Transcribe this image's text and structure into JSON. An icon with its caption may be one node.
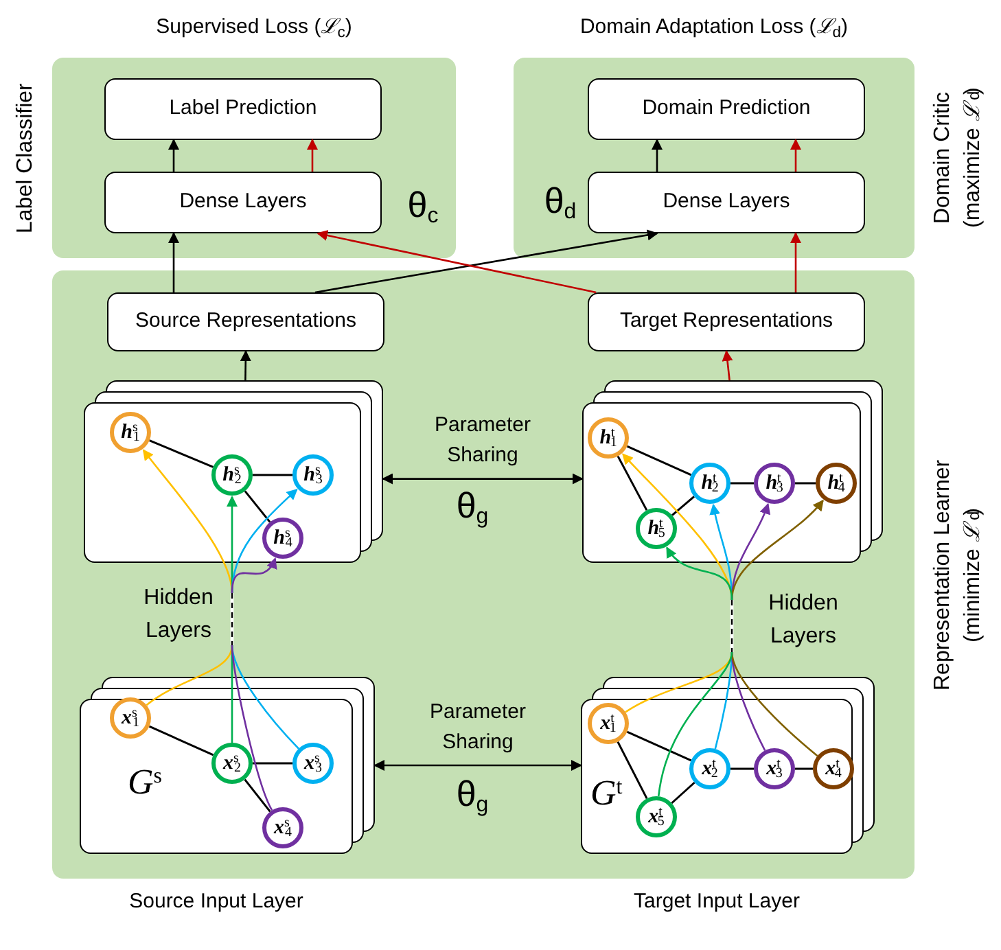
{
  "diagram": {
    "nodes": [
      {
        "text": [
          "Label Classifier"
        ],
        "beside": [
          "Supervised Loss (*ℒ*$_{c}$)"
        ]
      },
      {
        "text": [
          "Label Prediction"
        ],
        "in": 0
      },
      {
        "text": [
          "Dense Layers"
        ],
        "in": 0
      },
      {
        "text": [
          "Domain Critic (maximize *ℒ*$_{d}$)"
        ],
        "beside": [
          "Domain Adaptation Loss (*ℒ*$_{d}$)"
        ]
      },
      {
        "text": [
          "Domain Prediction"
        ],
        "in": 3
      },
      {
        "text": [
          "Dense Layers"
        ],
        "in": 3
      },
      {
        "text": [
          "Representation Learner (minimize *ℒ*$_{d}$)"
        ]
      },
      {
        "text": [
          "Source Representations"
        ],
        "in": 6
      },
      {
        "text": [
          "Target Representations"
        ],
        "in": 6
      },
      {
        "text": [],
        "shape": "box",
        "in": 6
      },
      {
        "text": [
          "**h**$^{s}$$_{1}$"
        ],
        "in": 9
      },
      {
        "text": [
          "**h**$^{s}$$_{2}$"
        ],
        "in": 9
      },
      {
        "text": [
          "**h**$^{s}$$_{3}$"
        ],
        "in": 9
      },
      {
        "text": [
          "**h**$^{s}$$_{4}$"
        ],
        "in": 9
      },
      {
        "text": [],
        "shape": "box",
        "in": 6
      },
      {
        "text": [
          "**h**$^{t}$$_{1}$"
        ],
        "in": 14
      },
      {
        "text": [
          "**h**$^{t}$$_{2}$"
        ],
        "in": 14
      },
      {
        "text": [
          "**h**$^{t}$$_{3}$"
        ],
        "in": 14
      },
      {
        "text": [
          "**h**$^{t}$$_{4}$"
        ],
        "in": 14
      },
      {
        "text": [
          "**h**$^{t}$$_{5}$"
        ],
        "in": 14
      },
      {
        "text": [
          "*G*$^{s}$"
        ],
        "in": 6,
        "beside": [
          "Source Input Layer"
        ]
      },
      {
        "text": [
          "**x**$^{s}$$_{1}$"
        ],
        "in": 20
      },
      {
        "text": [
          "**x**$^{s}$$_{2}$"
        ],
        "in": 20
      },
      {
        "text": [
          "**x**$^{s}$$_{3}$"
        ],
        "in": 20
      },
      {
        "text": [
          "**x**$^{s}$$_{4}$"
        ],
        "in": 20
      },
      {
        "text": [
          "*G*$^{t}$"
        ],
        "in": 6,
        "beside": [
          "Target Input Layer"
        ]
      },
      {
        "text": [
          "**x**$^{t}$$_{1}$"
        ],
        "in": 25
      },
      {
        "text": [
          "**x**$^{t}$$_{2}$"
        ],
        "in": 25
      },
      {
        "text": [
          "**x**$^{t}$$_{3}$"
        ],
        "in": 25
      },
      {
        "text": [
          "**x**$^{t}$$_{4}$"
        ],
        "in": 25
      },
      {
        "text": [
          "**x**$^{t}$$_{5}$"
        ],
        "in": 25
      }
    ],
    "edges": [
      {
        "from": 2,
        "to": 1,
        "arrow": "to"
      },
      {
        "from": 2,
        "to": 1,
        "arrow": "to",
        "color": "#c00000"
      },
      {
        "from": 5,
        "to": 4,
        "arrow": "to"
      },
      {
        "from": 5,
        "to": 4,
        "arrow": "to",
        "color": "#c00000"
      },
      {
        "from": 7,
        "to": 2,
        "arrow": "to"
      },
      {
        "from": 7,
        "to": 5,
        "arrow": "to"
      },
      {
        "from": 8,
        "to": 2,
        "arrow": "to",
        "color": "#c00000"
      },
      {
        "from": 8,
        "to": 5,
        "arrow": "to",
        "color": "#c00000"
      },
      {
        "from": 9,
        "to": 7,
        "arrow": "to"
      },
      {
        "from": 14,
        "to": 8,
        "arrow": "to",
        "color": "#c00000"
      },
      {
        "from": 9,
        "to": 14,
        "arrow": "both",
        "label": "Parameter Sharing"
      },
      {
        "from": 20,
        "to": 25,
        "arrow": "both",
        "label": "Parameter Sharing"
      },
      {
        "from": 10,
        "to": 11,
        "arrow": "none"
      },
      {
        "from": 11,
        "to": 12,
        "arrow": "none"
      },
      {
        "from": 11,
        "to": 13,
        "arrow": "none"
      },
      {
        "from": 15,
        "to": 16,
        "arrow": "none"
      },
      {
        "from": 15,
        "to": 19,
        "arrow": "none"
      },
      {
        "from": 16,
        "to": 19,
        "arrow": "none"
      },
      {
        "from": 16,
        "to": 17,
        "arrow": "none"
      },
      {
        "from": 17,
        "to": 18,
        "arrow": "none"
      },
      {
        "from": 21,
        "to": 22,
        "arrow": "none"
      },
      {
        "from": 22,
        "to": 23,
        "arrow": "none"
      },
      {
        "from": 22,
        "to": 24,
        "arrow": "none"
      },
      {
        "from": 26,
        "to": 27,
        "arrow": "none"
      },
      {
        "from": 26,
        "to": 30,
        "arrow": "none"
      },
      {
        "from": 30,
        "to": 27,
        "arrow": "none"
      },
      {
        "from": 27,
        "to": 28,
        "arrow": "none"
      },
      {
        "from": 28,
        "to": 29,
        "arrow": "none"
      },
      {
        "from": 21,
        "to": 10,
        "arrow": "to",
        "color": "#ffc000"
      },
      {
        "from": 22,
        "to": 11,
        "arrow": "to",
        "color": "#00b050"
      },
      {
        "from": 23,
        "to": 12,
        "arrow": "to",
        "color": "#00b0f0"
      },
      {
        "from": 24,
        "to": 13,
        "arrow": "to",
        "color": "#7030a0"
      },
      {
        "from": 26,
        "to": 15,
        "arrow": "to",
        "color": "#ffc000"
      },
      {
        "from": 27,
        "to": 16,
        "arrow": "to",
        "color": "#00b0f0"
      },
      {
        "from": 28,
        "to": 17,
        "arrow": "to",
        "color": "#7030a0"
      },
      {
        "from": 29,
        "to": 18,
        "arrow": "to",
        "color": "#806000"
      },
      {
        "from": 30,
        "to": 19,
        "arrow": "to",
        "color": "#00b050"
      }
    ],
    "labels": [
      "θ$_{c}$",
      "θ$_{d}$",
      "θ$_{g}$",
      "Hidden Layers",
      "Hidden Layers",
      "θ$_{g}$"
    ]
  }
}
